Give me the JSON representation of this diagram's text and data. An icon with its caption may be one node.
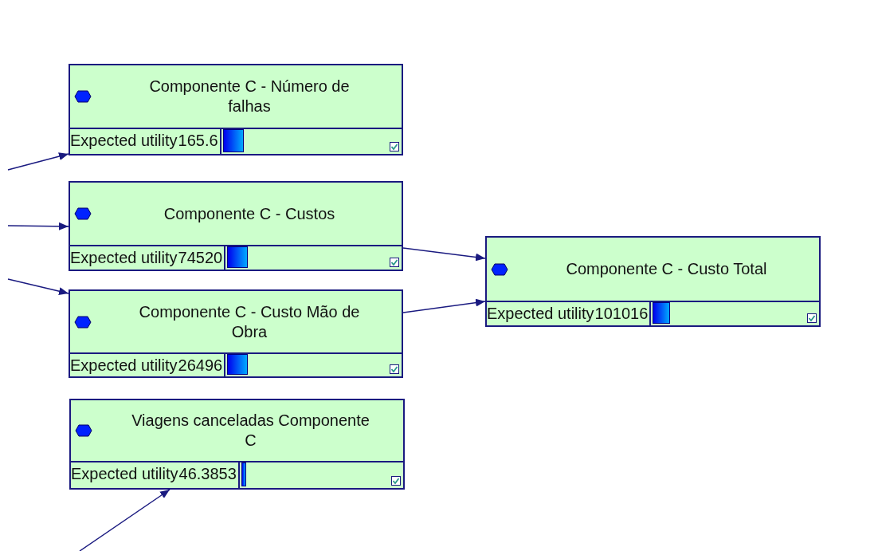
{
  "diagram": {
    "nodes": [
      {
        "text": [
          "Componente C - Número de falhas",
          "Expected utility",
          "165.6"
        ]
      },
      {
        "text": [
          "Componente C - Custos",
          "Expected utility",
          "74520"
        ]
      },
      {
        "text": [
          "Componente C - Custo Mão de Obra",
          "Expected utility",
          "26496"
        ]
      },
      {
        "text": [
          "Componente C - Custo Total",
          "Expected utility",
          "101016"
        ]
      },
      {
        "text": [
          "Viagens canceladas Componente C",
          "Expected utility",
          "46.3853"
        ]
      }
    ],
    "edges": [
      {
        "from": null,
        "to": 0,
        "arrow": "to"
      },
      {
        "from": null,
        "to": 1,
        "arrow": "to"
      },
      {
        "from": null,
        "to": 2,
        "arrow": "to"
      },
      {
        "from": null,
        "to": 4,
        "arrow": "to"
      },
      {
        "from": 1,
        "to": 3,
        "arrow": "to"
      },
      {
        "from": 2,
        "to": 3,
        "arrow": "to"
      }
    ]
  }
}
